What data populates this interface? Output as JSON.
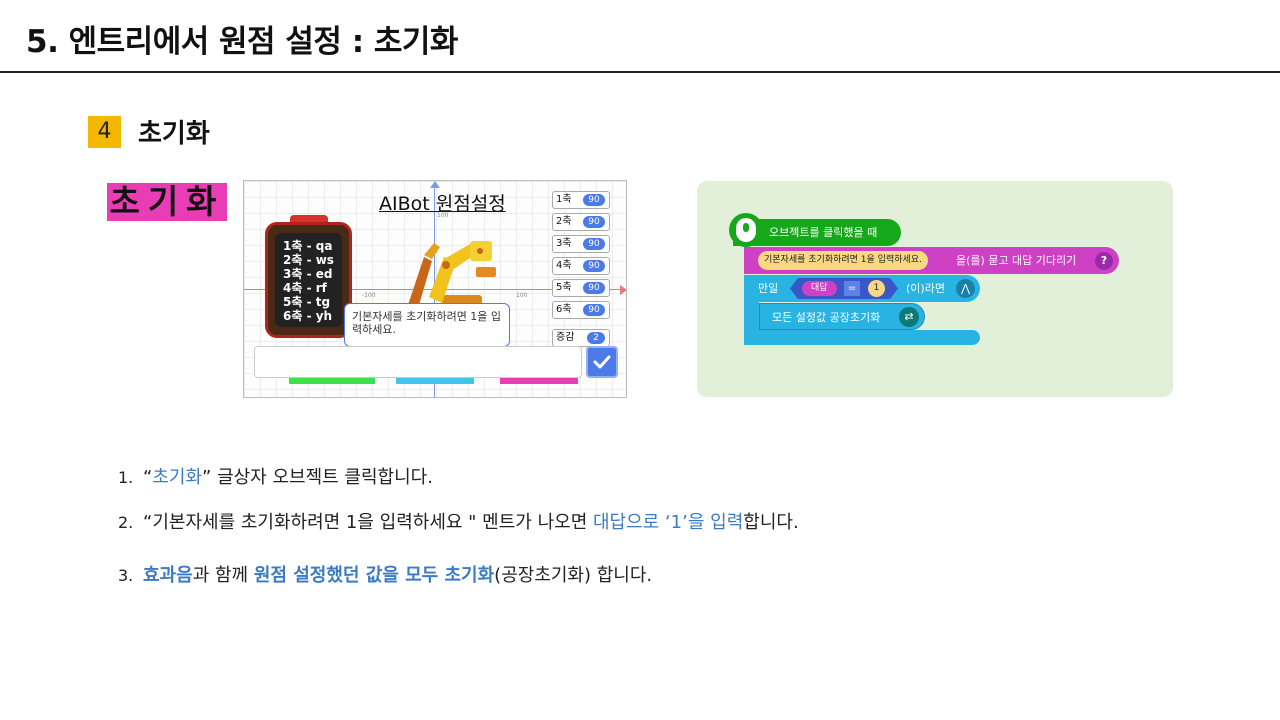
{
  "header": {
    "title": "5. 엔트리에서 원점 설정 : 초기화"
  },
  "section": {
    "number": "4",
    "title": "초기화"
  },
  "label": {
    "text": "초기화"
  },
  "stage": {
    "title": "AIBot 원점설정",
    "board_lines": [
      "1축 - qa",
      "2축 - ws",
      "3축 - ed",
      "4축 - rf",
      "5축 - tg",
      "6축 - yh"
    ],
    "axes": [
      {
        "label": "1축",
        "value": "90"
      },
      {
        "label": "2축",
        "value": "90"
      },
      {
        "label": "3축",
        "value": "90"
      },
      {
        "label": "4축",
        "value": "90"
      },
      {
        "label": "5축",
        "value": "90"
      },
      {
        "label": "6축",
        "value": "90"
      }
    ],
    "step": {
      "label": "증감",
      "value": "2"
    },
    "ticks": {
      "left": "-100",
      "right": "100",
      "top": "100"
    },
    "speech": "기본자세를 초기화하려면 1을 입력하세요.",
    "input_value": "",
    "colors": {
      "strip1": "#3ce04a",
      "strip2": "#3fc6ea",
      "strip3": "#e93db5"
    }
  },
  "code": {
    "hat": "오브젝트를 클릭했을 때",
    "ask_prompt": "기본자세를 초기화하려면 1을 입력하세요.",
    "ask_text": "을(를) 묻고 대답 기다리기",
    "ask_q": "?",
    "if_label": "만일",
    "cond_answer": "대답",
    "cond_eq": "=",
    "cond_value": "1",
    "if_suffix": "(이)라면",
    "reset_label": "모든 설정값 공장초기화"
  },
  "steps": [
    {
      "num": "1.",
      "parts": [
        "“",
        "초기화",
        "” 글상자 오브젝트 클릭합니다."
      ]
    },
    {
      "num": "2.",
      "parts": [
        "“기본자세를 초기화하려면 1을 입력하세요 \" 멘트가 나오면 ",
        "대답으로 ‘1’을 입력",
        "합니다."
      ]
    },
    {
      "num": "3.",
      "parts": [
        "효과음",
        "과 함께 ",
        "원점 설정했던 값을 모두 초기화",
        "(공장초기화) 합니다."
      ]
    }
  ]
}
